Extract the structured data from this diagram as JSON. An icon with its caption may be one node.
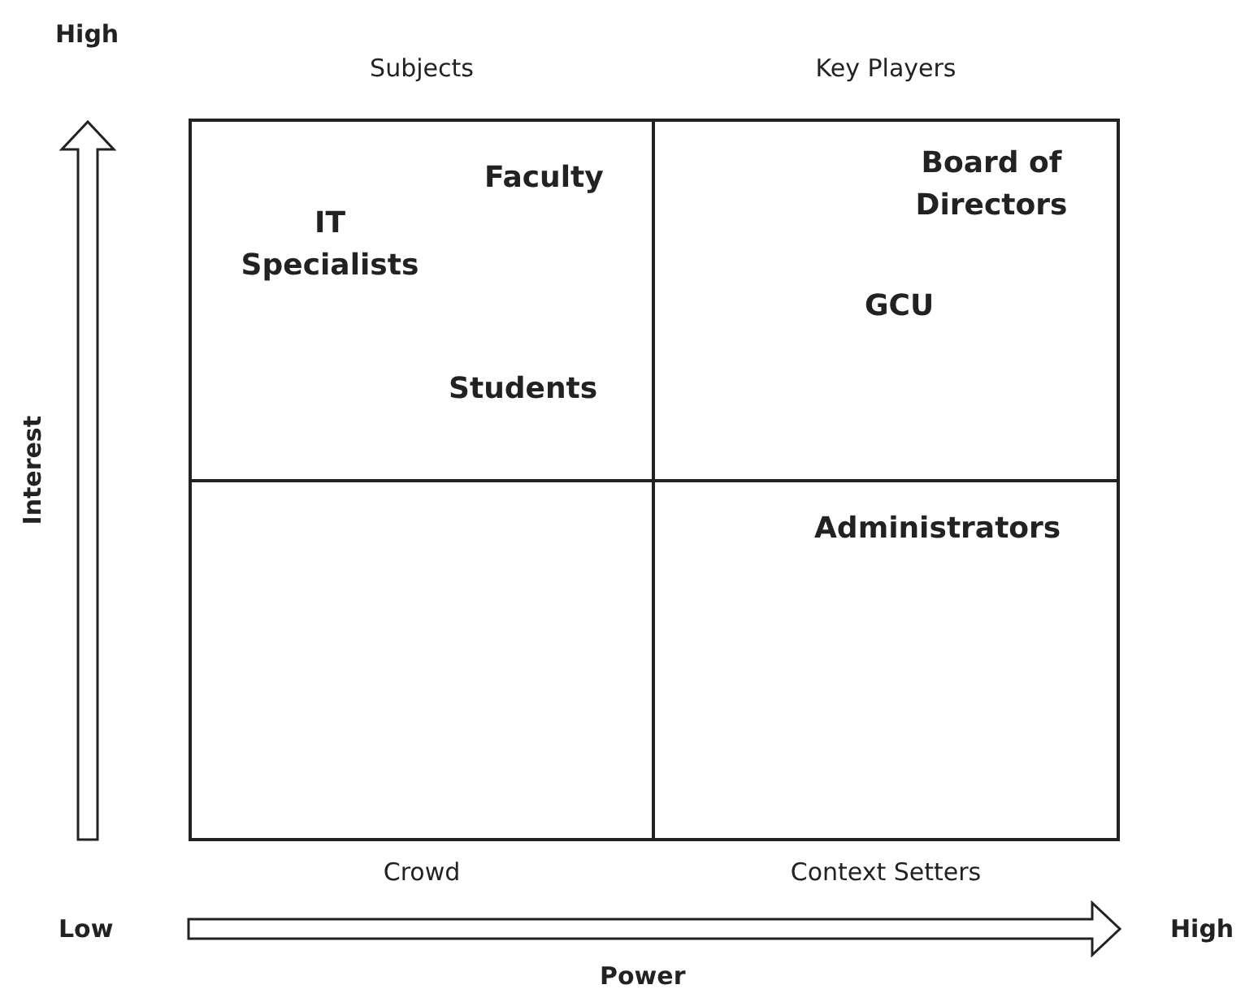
{
  "diagram": {
    "nodes": [
      {
        "text": [
          "Subjects",
          "Faculty",
          "IT Specialists",
          "Students"
        ]
      },
      {
        "text": [
          "Key Players",
          "Board of Directors",
          "GCU"
        ]
      },
      {
        "text": [
          "Crowd"
        ]
      },
      {
        "text": [
          "Administrators",
          "Context Setters"
        ]
      }
    ],
    "labels": [
      "High",
      "Interest",
      "Low",
      "Power",
      "High"
    ]
  }
}
